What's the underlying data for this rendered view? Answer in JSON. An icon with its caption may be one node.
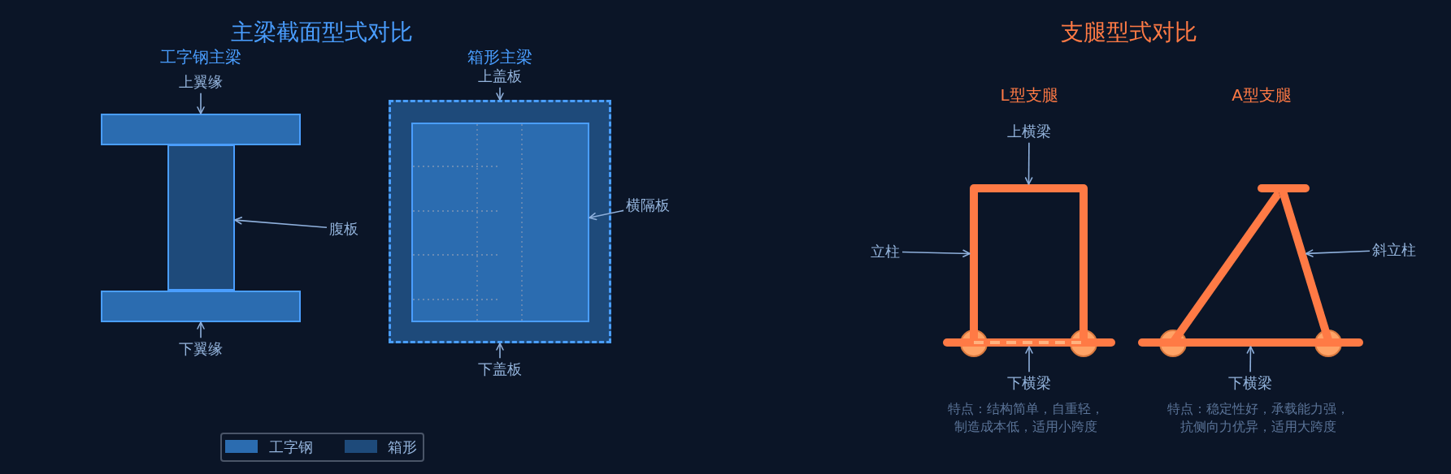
{
  "diagram": {
    "nodes": [
      {
        "text": [
          "上翼缘"
        ]
      },
      {
        "text": [],
        "shape": "box"
      },
      {
        "text": [],
        "shape": "box"
      },
      {
        "text": [
          "腹板"
        ]
      },
      {
        "text": [],
        "shape": "box"
      },
      {
        "text": [
          "下翼缘"
        ]
      },
      {
        "text": [
          "上盖板"
        ]
      },
      {
        "text": [],
        "shape": "box"
      },
      {
        "text": [],
        "shape": "box",
        "in": 7
      },
      {
        "text": [
          "横隔板"
        ]
      },
      {
        "text": [
          "下盖板"
        ]
      },
      {
        "text": [
          "上横梁"
        ]
      },
      {
        "text": [],
        "shape": "bar"
      },
      {
        "text": [
          "立柱"
        ]
      },
      {
        "text": [],
        "shape": "bar"
      },
      {
        "text": [],
        "shape": "bar"
      },
      {
        "text": [],
        "shape": "bar"
      },
      {
        "text": [
          "下横梁"
        ]
      },
      {
        "text": [],
        "shape": "bar"
      },
      {
        "text": [],
        "shape": "bar"
      },
      {
        "text": [
          "斜立柱"
        ]
      },
      {
        "text": [],
        "shape": "bar"
      },
      {
        "text": [],
        "shape": "bar"
      },
      {
        "text": [
          "下横梁"
        ]
      }
    ],
    "edges": [
      {
        "from": 0,
        "to": 1,
        "arrow": "to"
      },
      {
        "from": 3,
        "to": 2,
        "arrow": "to"
      },
      {
        "from": 5,
        "to": 4,
        "arrow": "to"
      },
      {
        "from": 6,
        "to": 7,
        "arrow": "to"
      },
      {
        "from": 9,
        "to": 8,
        "arrow": "to"
      },
      {
        "from": 10,
        "to": 7,
        "arrow": "to"
      },
      {
        "from": 11,
        "to": 12,
        "arrow": "to"
      },
      {
        "from": 13,
        "to": 14,
        "arrow": "to"
      },
      {
        "from": 17,
        "to": 16,
        "arrow": "to"
      },
      {
        "from": 20,
        "to": 21,
        "arrow": "to"
      },
      {
        "from": 23,
        "to": 22,
        "arrow": "to"
      }
    ],
    "labels": [
      "主梁截面型式对比",
      "支腿型式对比",
      "工字钢主梁",
      "箱形主梁",
      "L型支腿",
      "A型支腿",
      "特点：结构简单，自重轻，制造成本低，适用小跨度",
      "特点：稳定性好，承载能力强，抗侧向力优异，适用大跨度"
    ],
    "legend": [
      {
        "text": "工字钢",
        "color": "#2b6cb0"
      },
      {
        "text": "箱形",
        "color": "#1e4a7a"
      }
    ]
  }
}
